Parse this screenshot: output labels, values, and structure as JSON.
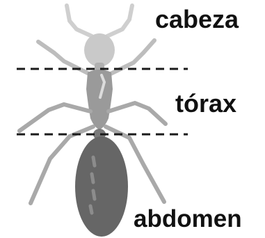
{
  "labels": {
    "head": "cabeza",
    "thorax": "tórax",
    "abdomen": "abdomen"
  },
  "colors": {
    "head": "#c9c9c9",
    "legs_head": "#cfcfcf",
    "thorax": "#9a9a9a",
    "legs": "#a9a9a9",
    "abdomen": "#666666",
    "abdomen_stripe": "#8c8c8c",
    "divider": "#1a1a1a"
  }
}
